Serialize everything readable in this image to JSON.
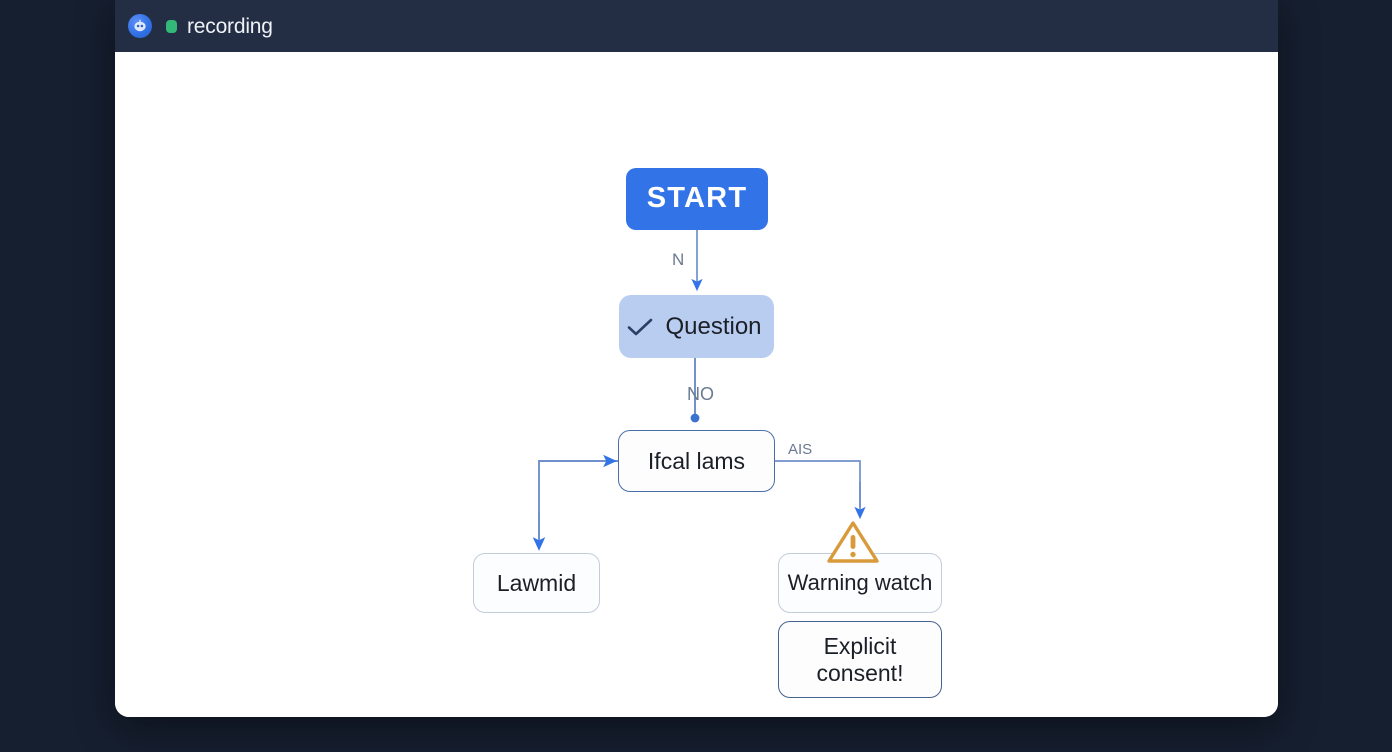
{
  "window": {
    "titlebar": {
      "app_icon": "robot-face-icon",
      "recording_indicator": "recording-dot-icon",
      "label": "recording"
    }
  },
  "diagram": {
    "type": "flowchart",
    "nodes": [
      {
        "id": "start",
        "label": "START",
        "style": "filled-primary",
        "icon": null
      },
      {
        "id": "question",
        "label": "Question",
        "style": "filled-light",
        "icon": "check-icon"
      },
      {
        "id": "mid",
        "label": "Ifcal lams",
        "style": "outlined-blue",
        "icon": null
      },
      {
        "id": "lawmid",
        "label": "Lawmid",
        "style": "outlined-gray",
        "icon": null
      },
      {
        "id": "warning",
        "label": "Warning watch",
        "style": "outlined-gray",
        "icon": "warning-triangle-icon"
      },
      {
        "id": "consent",
        "label": "Explicit\nconsent!",
        "style": "outlined-blue",
        "icon": null
      }
    ],
    "edges": [
      {
        "from": "start",
        "to": "question",
        "label": "N"
      },
      {
        "from": "question",
        "to": "mid",
        "label": "NO"
      },
      {
        "from": "mid",
        "to": "lawmid",
        "label": ""
      },
      {
        "from": "mid",
        "to": "warning",
        "label": "AIS"
      }
    ],
    "colors": {
      "accent": "#3273e8",
      "node_light": "#b9cdf0",
      "edge": "#5b7fc0",
      "arrow": "#3273e8",
      "warning": "#d89a3a",
      "label_text": "#6b7a90",
      "canvas": "#ffffff",
      "titlebar": "#232e44",
      "desktop": "#161f30"
    }
  }
}
